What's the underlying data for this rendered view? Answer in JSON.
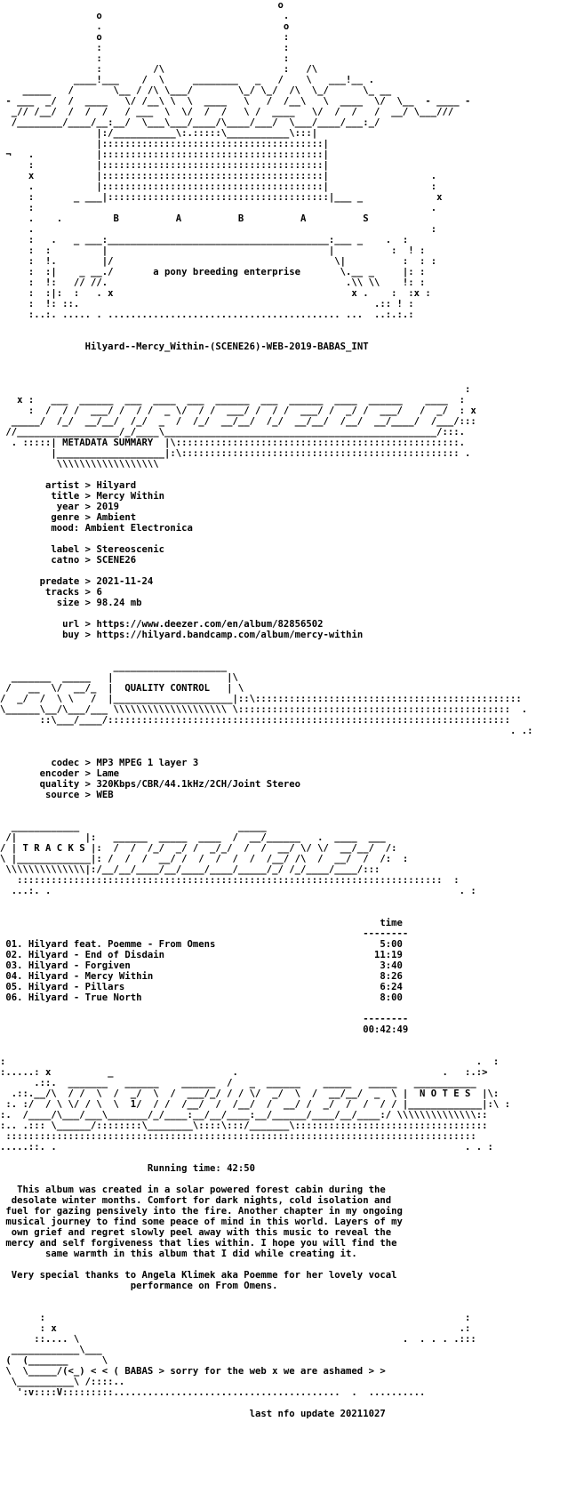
{
  "header_art": "                                                 o                                          \n                 o                                .                                          \n                 .                                o                                          \n                 o                                :                                          \n                 :                                :                                          \n                 :                                :                                          \n                 :         /\\                     :   /\\                                     \n             ____!___    /  \\     ________   _   /    \\   ___!__ .                           \n    _____   /       \\__ / /\\ \\___/        \\_/ \\_/  /\\  \\_/      \\_ __                        \n - ___  _/  /  ____   \\/ /__\\ \\  \\  ____   \\   /  /__\\   \\  ____  \\/  \\__  - ____ -          \n  _// /__/  /  /  /   / ___  \\  \\/  /  /   \\ /  ____   \\/  /  /   /  __/ \\___///             \n  /________/____/__:__/  \\___\\___/____/\\____/___/  \\___/____/___:_/                          \n                 |:/___________\\:.:::::\\___________\\:::|                                     \n                 |:::::::::::::::::::::::::::::::::::::::|                                   \n ¬   .           |:::::::::::::::::::::::::::::::::::::::|                                   \n     :           |:::::::::::::::::::::::::::::::::::::::|                                   \n     x           |:::::::::::::::::::::::::::::::::::::::|                  .                \n     .           |:::::::::::::::::::::::::::::::::::::::|                  :                \n     :       _ ___|:::::::::::::::::::::::::::::::::::::::|___ _             x                \n     :                                                                      .                \n     .    .         B          A          B          A          S                            \n     .                                                                      :                \n     :   .   _ ___:_______________________________________:___ _    .  :                     \n     :  :         |                                       |          :  ! :                  \n     :  !.        |/                                       \\|          :  : :                 \n     :  :|    _ __./       a pony breeding enterprise       \\.__ _     |: :                   \n     :  !:   // //.                                          .\\\\ \\\\    !: :                   \n     :  :|:  :   . x                                          x .    :  :x :                  \n     :  !: ::.                                                    .:: ! :                     \n     :..:. ..... . ......................................... ...  ..:.:.:                     ",
  "release_line": "Hilyard--Mercy_Within-(SCENE26)-WEB-2019-BABAS_INT",
  "metadata_header_art": "                                                                                  :          \n   x :   ___  ______  ___  ____  ___  ______  ___  ______  ____  ______    ____  :          \n     :  /  / /  ___/ /  / /  _ \\/  / /  ___/ /  / /  ___/ /  _/ /  ___/   /  _/  : x        \n  _____/  /_/  __/__/  /_/  _  /  /_/  __/__/  /_/  __/__/  /__/  __/____/  /___/:::      \n //__________________/_/____\\________________________________________________/:::.          \n  . :::::| METADATA SUMMARY  |\\::::::::::::::::::::::::::::::::::::::::::::::::::.          \n         |___________________|:\\::::::::::::::::::::::::::::::::::::::::::::::::: .         \n          \\\\\\\\\\\\\\\\\\\\\\\\\\\\\\\\\\\\                                                             ",
  "metadata": {
    "artist": "Hilyard",
    "title": "Mercy Within",
    "year": "2019",
    "genre": "Ambient",
    "mood": "Ambient Electronica",
    "label": "Stereoscenic",
    "catno": "SCENE26",
    "predate": "2021-11-24",
    "tracks": "6",
    "size": "98.24 mb",
    "url": "https://www.deezer.com/en/album/82856502",
    "buy": "https://hilyard.bandcamp.com/album/mercy-within"
  },
  "quality_header_art": "                    ____________________                                                     \n  _______  _____   |                    |\\                                                    \n /   __  \\/  __/_  |  QUALITY CONTROL   | \\                                                   \n/  _/  /  \\ \\   /  |_____________________|::\\:::::::::::::::::::::::::::::::::::::::::::::::  \n\\______\\__/\\___/___ \\\\\\\\\\\\\\\\\\\\\\\\\\\\\\\\\\\\\\\\ \\::::::::::::::::::::::::::::::::::::::::::::::::  .\n       ::\\___/____/:::::::::::::::::::::::::::::::::::::::::::::::::::::::::::::::::::::::  \n                                                                                          . .:",
  "quality": {
    "codec": "MP3 MPEG 1 layer 3",
    "encoder": "Lame",
    "quality": "320Kbps/CBR/44.1kHz/2CH/Joint Stereo",
    "source": "WEB"
  },
  "tracks_header_art": "  ____________                            _____                                               \n /|            |:   ______  _____  ____  /  __/______   .  ____  ___                          \n/ | T R A C K S |:  /  /  /_/  _/ /  _/_/  /  /  __/ \\/ \\/  __/__/  /:                        \n\\ |_____________|: /  /  /  __/ /  /  /  /  /  /__/ /\\  /  __/  /  /:  :                      \n \\\\\\\\\\\\\\\\\\\\\\\\\\\\|:/__/__/____/__/____/____/_____/_/ /_/____/____/:::                         \n   :::::::::::::::::::::::::::::::::::::::::::::::::::::::::::::::::::::::::::  :             \n  ...:. .                                                                        . :          ",
  "tracks": {
    "time_header": "time",
    "rule": "--------",
    "items": [
      {
        "num": "01.",
        "title": "Hilyard feat. Poemme - From Omens",
        "time": "5:00"
      },
      {
        "num": "02.",
        "title": "Hilyard - End of Disdain",
        "time": "11:19"
      },
      {
        "num": "03.",
        "title": "Hilyard - Forgiven",
        "time": "3:40"
      },
      {
        "num": "04.",
        "title": "Hilyard - Mercy Within",
        "time": "8:26"
      },
      {
        "num": "05.",
        "title": "Hilyard - Pillars",
        "time": "6:24"
      },
      {
        "num": "06.",
        "title": "Hilyard - True North",
        "time": "8:00"
      }
    ],
    "total": "00:42:49"
  },
  "notes_header_art": ":                                                                                   .  :    \n:.....: x          _                     .                                    .   :.:>   \n      .::.  _______   ______    ______  /   _  ______    _____   _____   ___________     \n  .::.__/\\  / /  \\  /  _/  \\  /  ___/_/ / / \\/  _/  \\  /  __/__/  _  \\ |  N O T E S  |\\:   \n :. :/  / \\ \\/ / \\  \\  1/  / /  /__/  /  /__/  /  __/ /  _/  /  /  / / |_____________|:\\ :  \n:.  /____/\\___/___\\_______/_/____:__/__/____:__/______/____/__/____:/ \\\\\\\\\\\\\\\\\\\\\\\\\\\\::   \n:.. .::: \\______/::::::::\\________\\::::\\:::/_______\\::::::::::::::::::::::::::::::::::   \n :::::::::::::::::::::::::::::::::::::::::::::::::::::::::::::::::::::::::::::::::::    \n.....::. .                                                                        . . :  ",
  "notes": {
    "running_time": "Running time: 42:50",
    "paragraph1": "This album was created in a solar powered forest cabin during the\ndesolate winter months. Comfort for dark nights, cold isolation and\nfuel for gazing pensively into the fire. Another chapter in my ongoing\nmusical journey to find some peace of mind in this world. Layers of my\nown grief and regret slowly peel away with this music to reveal the\nmercy and self forgiveness that lies within. I hope you will find the\nsame warmth in this album that I did while creating it.",
    "paragraph2": "Very special thanks to Angela Klimek aka Poemme for her lovely vocal\nperformance on From Omens."
  },
  "footer_art_top": "       :                                                                          :   \n       : x                                                                       .:   \n      ::.... \\                                                         .  . . . .:::  \n  ____________\\___                                                                    \n (  (_______      \\                                                                   ",
  "footer_message": " \\  \\_____/(<_) < < ( BABAS > sorry for the web x we are ashamed > >",
  "footer_art_bottom": "  \\__________\\ /::::..                                                              \n   ':v::::V:::::::::........................................  .  ..........      ",
  "last_update": "last nfo update 20211027"
}
